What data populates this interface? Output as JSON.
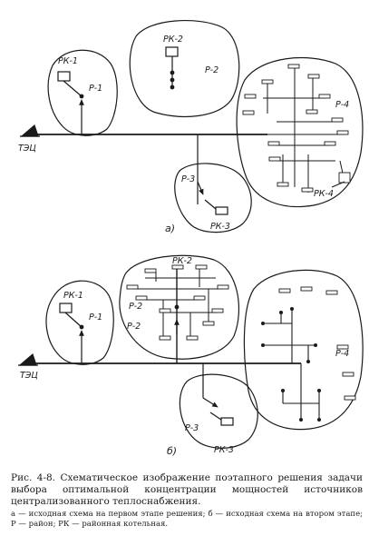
{
  "diagram_a": {
    "tec": "ТЭЦ",
    "rk1": "РК-1",
    "p1": "Р-1",
    "rk2": "РК-2",
    "p2": "Р-2",
    "p3": "Р-3",
    "rk3": "РК-3",
    "p4": "Р-4",
    "rk4": "РК-4",
    "sublabel": "а)"
  },
  "diagram_b": {
    "tec": "ТЭЦ",
    "rk1": "РК-1",
    "p1": "Р-1",
    "rk2": "РК-2",
    "p2": "Р-2",
    "p3": "Р-3",
    "rk3": "РК-3",
    "p4": "Р-4",
    "sublabel": "б)"
  },
  "caption": {
    "main": "Рис. 4-8. Схематическое изображение поэтапного решения задачи выбора оптимальной концентрации мощностей источников централизованного теплоснабжения.",
    "sub": "а — исходная схема на первом этапе решения; б — исходная схема на втором этапе; Р — район; РК — районная котельная."
  }
}
